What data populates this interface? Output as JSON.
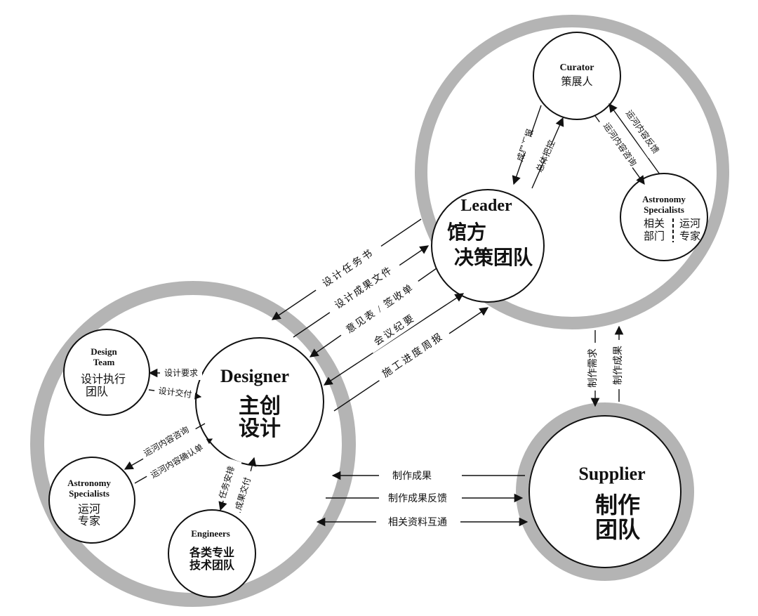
{
  "nodes": {
    "leader": {
      "en": "Leader",
      "zh1": "馆方",
      "zh2": "决策团队"
    },
    "curator": {
      "en": "Curator",
      "zh": "策展人"
    },
    "astro_top": {
      "en1": "Astronomy",
      "en2": "Specialists",
      "left1": "相关",
      "left2": "部门",
      "right1": "运河",
      "right2": "专家"
    },
    "designer": {
      "en": "Designer",
      "zh1": "主创",
      "zh2": "设计"
    },
    "design_team": {
      "en1": "Design",
      "en2": "Team",
      "zh1": "设计执行",
      "zh2": "团队"
    },
    "astro_left": {
      "en1": "Astronomy",
      "en2": "Specialists",
      "zh1": "运河",
      "zh2": "专家"
    },
    "engineers": {
      "en": "Engineers",
      "zh1": "各类专业",
      "zh2": "技术团队"
    },
    "supplier": {
      "en": "Supplier",
      "zh1": "制作",
      "zh2": "团队"
    }
  },
  "flows": {
    "leader_designer": [
      "设计任务书",
      "设计成果文件",
      "意见表 / 签收单",
      "会议纪要",
      "施工进度周报"
    ],
    "curator_leader": [
      "成果汇报",
      "总体把控"
    ],
    "curator_astro": [
      "运河内容咨询",
      "运河内容反馈"
    ],
    "leader_supplier": [
      "制作需求",
      "制作成果"
    ],
    "designer_team": [
      "设计要求",
      "设计交付"
    ],
    "designer_astro": [
      "运河内容咨询",
      "运河内容确认单"
    ],
    "designer_engineers": [
      "任务安排",
      "成果交付"
    ],
    "designer_supplier": [
      "制作成果",
      "制作成果反馈",
      "相关资料互通"
    ]
  }
}
